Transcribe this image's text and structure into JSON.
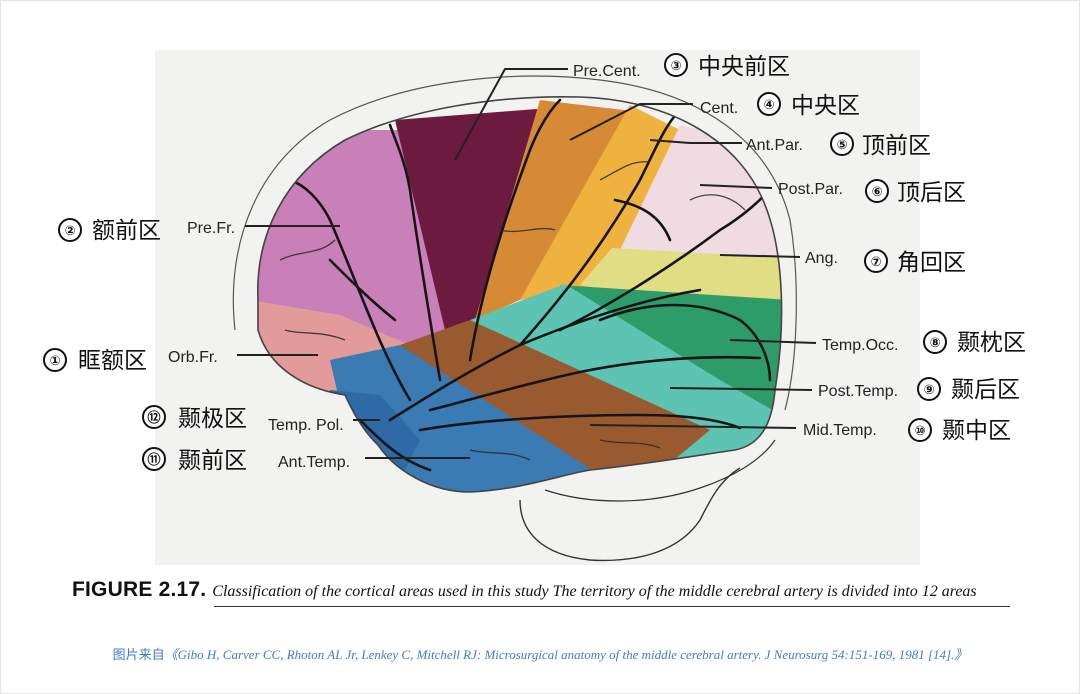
{
  "figure": {
    "regions": [
      {
        "num": "①",
        "abbr": "Orb.Fr.",
        "name": "眶额区",
        "color": "#e29a9a"
      },
      {
        "num": "②",
        "abbr": "Pre.Fr.",
        "name": "额前区",
        "color": "#c97fb8"
      },
      {
        "num": "③",
        "abbr": "Pre.Cent.",
        "name": "中央前区",
        "color": "#6d1a3f"
      },
      {
        "num": "④",
        "abbr": "Cent.",
        "name": "中央区",
        "color": "#d78a35"
      },
      {
        "num": "⑤",
        "abbr": "Ant.Par.",
        "name": "顶前区",
        "color": "#efb23f"
      },
      {
        "num": "⑥",
        "abbr": "Post.Par.",
        "name": "顶后区",
        "color": "#f0dbe2"
      },
      {
        "num": "⑦",
        "abbr": "Ang.",
        "name": "角回区",
        "color": "#e1dd84"
      },
      {
        "num": "⑧",
        "abbr": "Temp.Occ.",
        "name": "颞枕区",
        "color": "#2e9c68"
      },
      {
        "num": "⑨",
        "abbr": "Post.Temp.",
        "name": "颞后区",
        "color": "#5dc3b2"
      },
      {
        "num": "⑩",
        "abbr": "Mid.Temp.",
        "name": "颞中区",
        "color": "#9a5a2f"
      },
      {
        "num": "⑪",
        "abbr": "Ant.Temp.",
        "name": "颞前区",
        "color": "#3a7bb4"
      },
      {
        "num": "⑫",
        "abbr": "Temp. Pol.",
        "name": "颞极区",
        "color": "#2d6aa6"
      }
    ]
  },
  "caption": {
    "title": "FIGURE 2.17.",
    "text": "Classification of the cortical areas used in this study The territory of the middle cerebral artery is divided into 12 areas"
  },
  "source": {
    "prefix": "图片来自",
    "ref": "《Gibo H, Carver CC, Rhoton AL Jr, Lenkey C, Mitchell RJ: Microsurgical anatomy of the middle cerebral artery. J Neurosurg 54:151-169, 1981 [14].》"
  }
}
